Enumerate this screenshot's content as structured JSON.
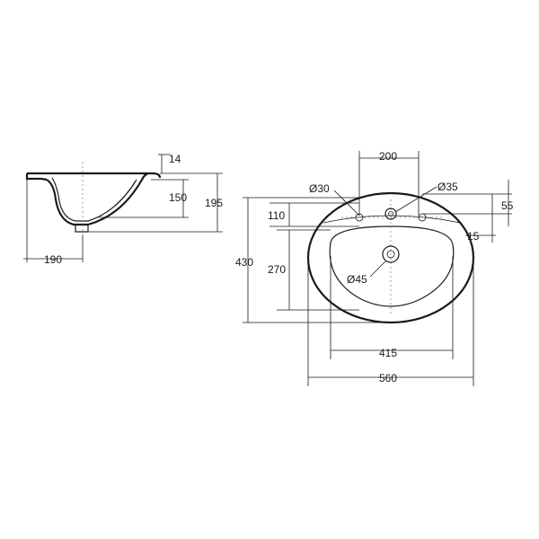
{
  "side_view": {
    "dimensions": {
      "rim_thickness": "14",
      "bowl_depth": "150",
      "total_height": "195",
      "width": "190"
    }
  },
  "top_view": {
    "dimensions": {
      "tap_hole_spacing": "200",
      "side_hole_diameter": "Ø30",
      "tap_hole_diameter": "Ø35",
      "rim_to_tap": "55",
      "rim_to_bowl": "110",
      "total_depth": "430",
      "bowl_depth": "270",
      "side_offset": "15",
      "drain_diameter": "Ø45",
      "bowl_width": "415",
      "total_width": "560"
    }
  }
}
